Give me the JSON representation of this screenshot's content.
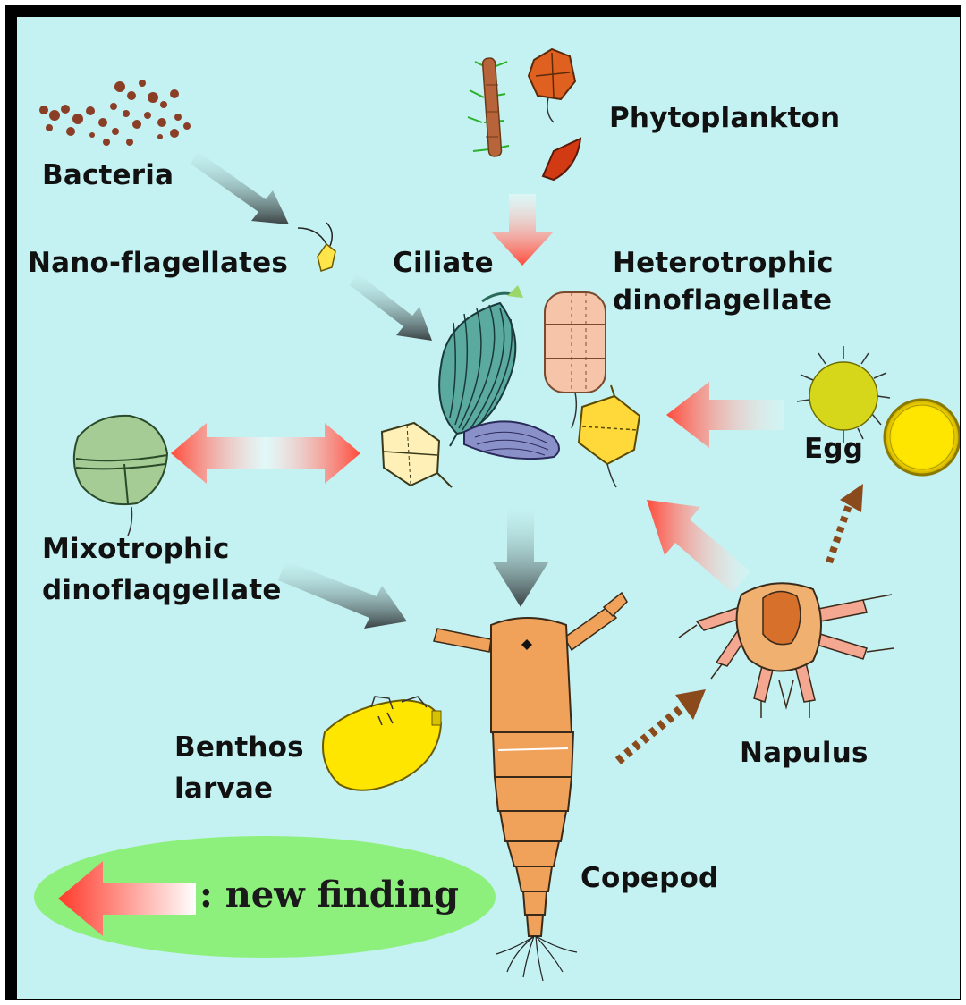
{
  "labels": {
    "bacteria": "Bacteria",
    "phytoplankton": "Phytoplankton",
    "nano_flagellates": "Nano-flagellates",
    "ciliate": "Ciliate",
    "heterotrophic_1": "Heterotrophic",
    "heterotrophic_2": "dinoflagellate",
    "egg": "Egg",
    "mixotrophic_1": "Mixotrophic",
    "mixotrophic_2": "dinoflaqgellate",
    "benthos_1": "Benthos",
    "benthos_2": "larvae",
    "napulus": "Napulus",
    "copepod": "Copepod"
  },
  "legend": {
    "text": ": new finding",
    "arrow_meaning": "new finding"
  },
  "colors": {
    "background": "#c4f1f1",
    "frame": "#000000",
    "dark_arrow": "#3a4244",
    "new_finding_arrow": "#ff4a3a",
    "dotted_arrow": "#8a4a1c",
    "legend_oval": "#8ef07c",
    "copepod": "#f0a25a",
    "egg": "#ffe000"
  },
  "icons": [
    "bacteria-cluster",
    "phytoplankton-chain",
    "nanoflagellate",
    "ciliate",
    "heterotrophic-dinoflagellate",
    "mixotrophic-dinoflagellate",
    "egg",
    "napulus",
    "copepod",
    "benthos-larvae"
  ]
}
